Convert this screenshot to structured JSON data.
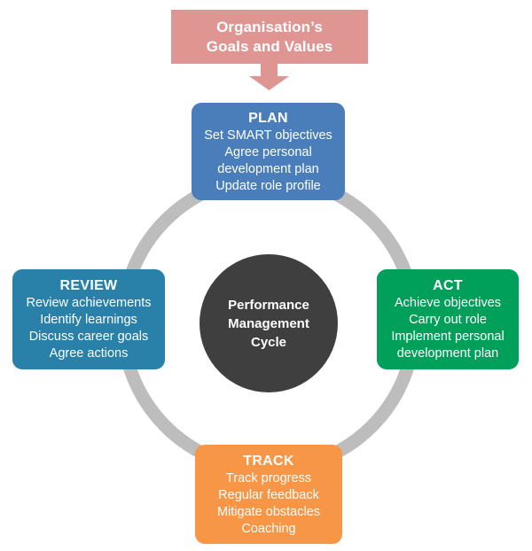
{
  "banner": {
    "lines": [
      "Organisation’s",
      "Goals and Values"
    ],
    "color": "#df9693",
    "arrow_icon": "arrow-down-icon"
  },
  "hub": {
    "lines": [
      "Performance",
      "Management",
      "Cycle"
    ],
    "color": "#3f3f3f"
  },
  "ring": {
    "color": "#bdbdbd"
  },
  "stages": [
    {
      "id": "plan",
      "title": "PLAN",
      "color": "#4a7ebb",
      "items": [
        "Set SMART objectives",
        "Agree personal",
        "development plan",
        "Update role profile"
      ]
    },
    {
      "id": "act",
      "title": "ACT",
      "color": "#00a05a",
      "items": [
        "Achieve objectives",
        "Carry out role",
        "Implement personal",
        "development plan"
      ]
    },
    {
      "id": "track",
      "title": "TRACK",
      "color": "#f79646",
      "items": [
        "Track progress",
        "Regular feedback",
        "Mitigate obstacles",
        "Coaching"
      ]
    },
    {
      "id": "review",
      "title": "REVIEW",
      "color": "#2980a8",
      "items": [
        "Review achievements",
        "Identify learnings",
        "Discuss career goals",
        "Agree actions"
      ]
    }
  ]
}
